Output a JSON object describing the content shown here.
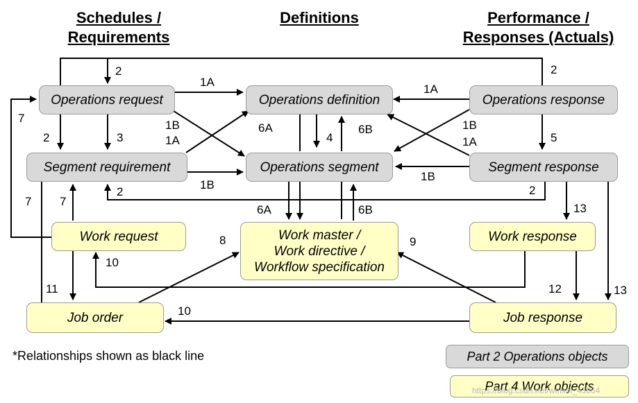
{
  "headers": {
    "schedules": [
      "Schedules /",
      "Requirements"
    ],
    "definitions": "Definitions",
    "performance": [
      "Performance /",
      "Responses (Actuals)"
    ]
  },
  "boxes": {
    "operations_request": "Operations request",
    "operations_definition": "Operations definition",
    "operations_response": "Operations response",
    "segment_requirement": "Segment requirement",
    "operations_segment": "Operations segment",
    "segment_response": "Segment response",
    "work_request": "Work request",
    "work_master": [
      "Work master /",
      "Work directive /",
      "Workflow specification"
    ],
    "work_response": "Work response",
    "job_order": "Job order",
    "job_response": "Job response"
  },
  "labels": {
    "l2_top_left": "2",
    "l2_top_right": "2",
    "l1a_req_def": "1A",
    "l1a_resp_def": "1A",
    "l7_a": "7",
    "l2_left": "2",
    "l3": "3",
    "l1b_req": "1B",
    "l1a_req_seg": "1A",
    "l6a_upper": "6A",
    "l4": "4",
    "l6b_upper": "6B",
    "l1b_resp": "1B",
    "l1a_resp_seg": "1A",
    "l5": "5",
    "l1b_seg_left": "1B",
    "l1b_seg_right": "1B",
    "l2_bottom_left": "2",
    "l2_bottom_right": "2",
    "l7_b": "7",
    "l7_c": "7",
    "l6a_lower": "6A",
    "l6b_lower": "6B",
    "l13_a": "13",
    "l8": "8",
    "l9": "9",
    "l10_a": "10",
    "l11": "11",
    "l12": "12",
    "l13_b": "13",
    "l10_b": "10"
  },
  "footnote": "*Relationships shown as black line",
  "legend": {
    "part2": "Part 2 Operations objects",
    "part4": "Part 4 Work objects"
  },
  "colors": {
    "operations_box": "#d9d9d9",
    "work_box": "#ffffc6",
    "box_border": "#9a9a9a",
    "line": "#000000"
  },
  "watermark": "https://blog.csdn.net/weixin_43864"
}
